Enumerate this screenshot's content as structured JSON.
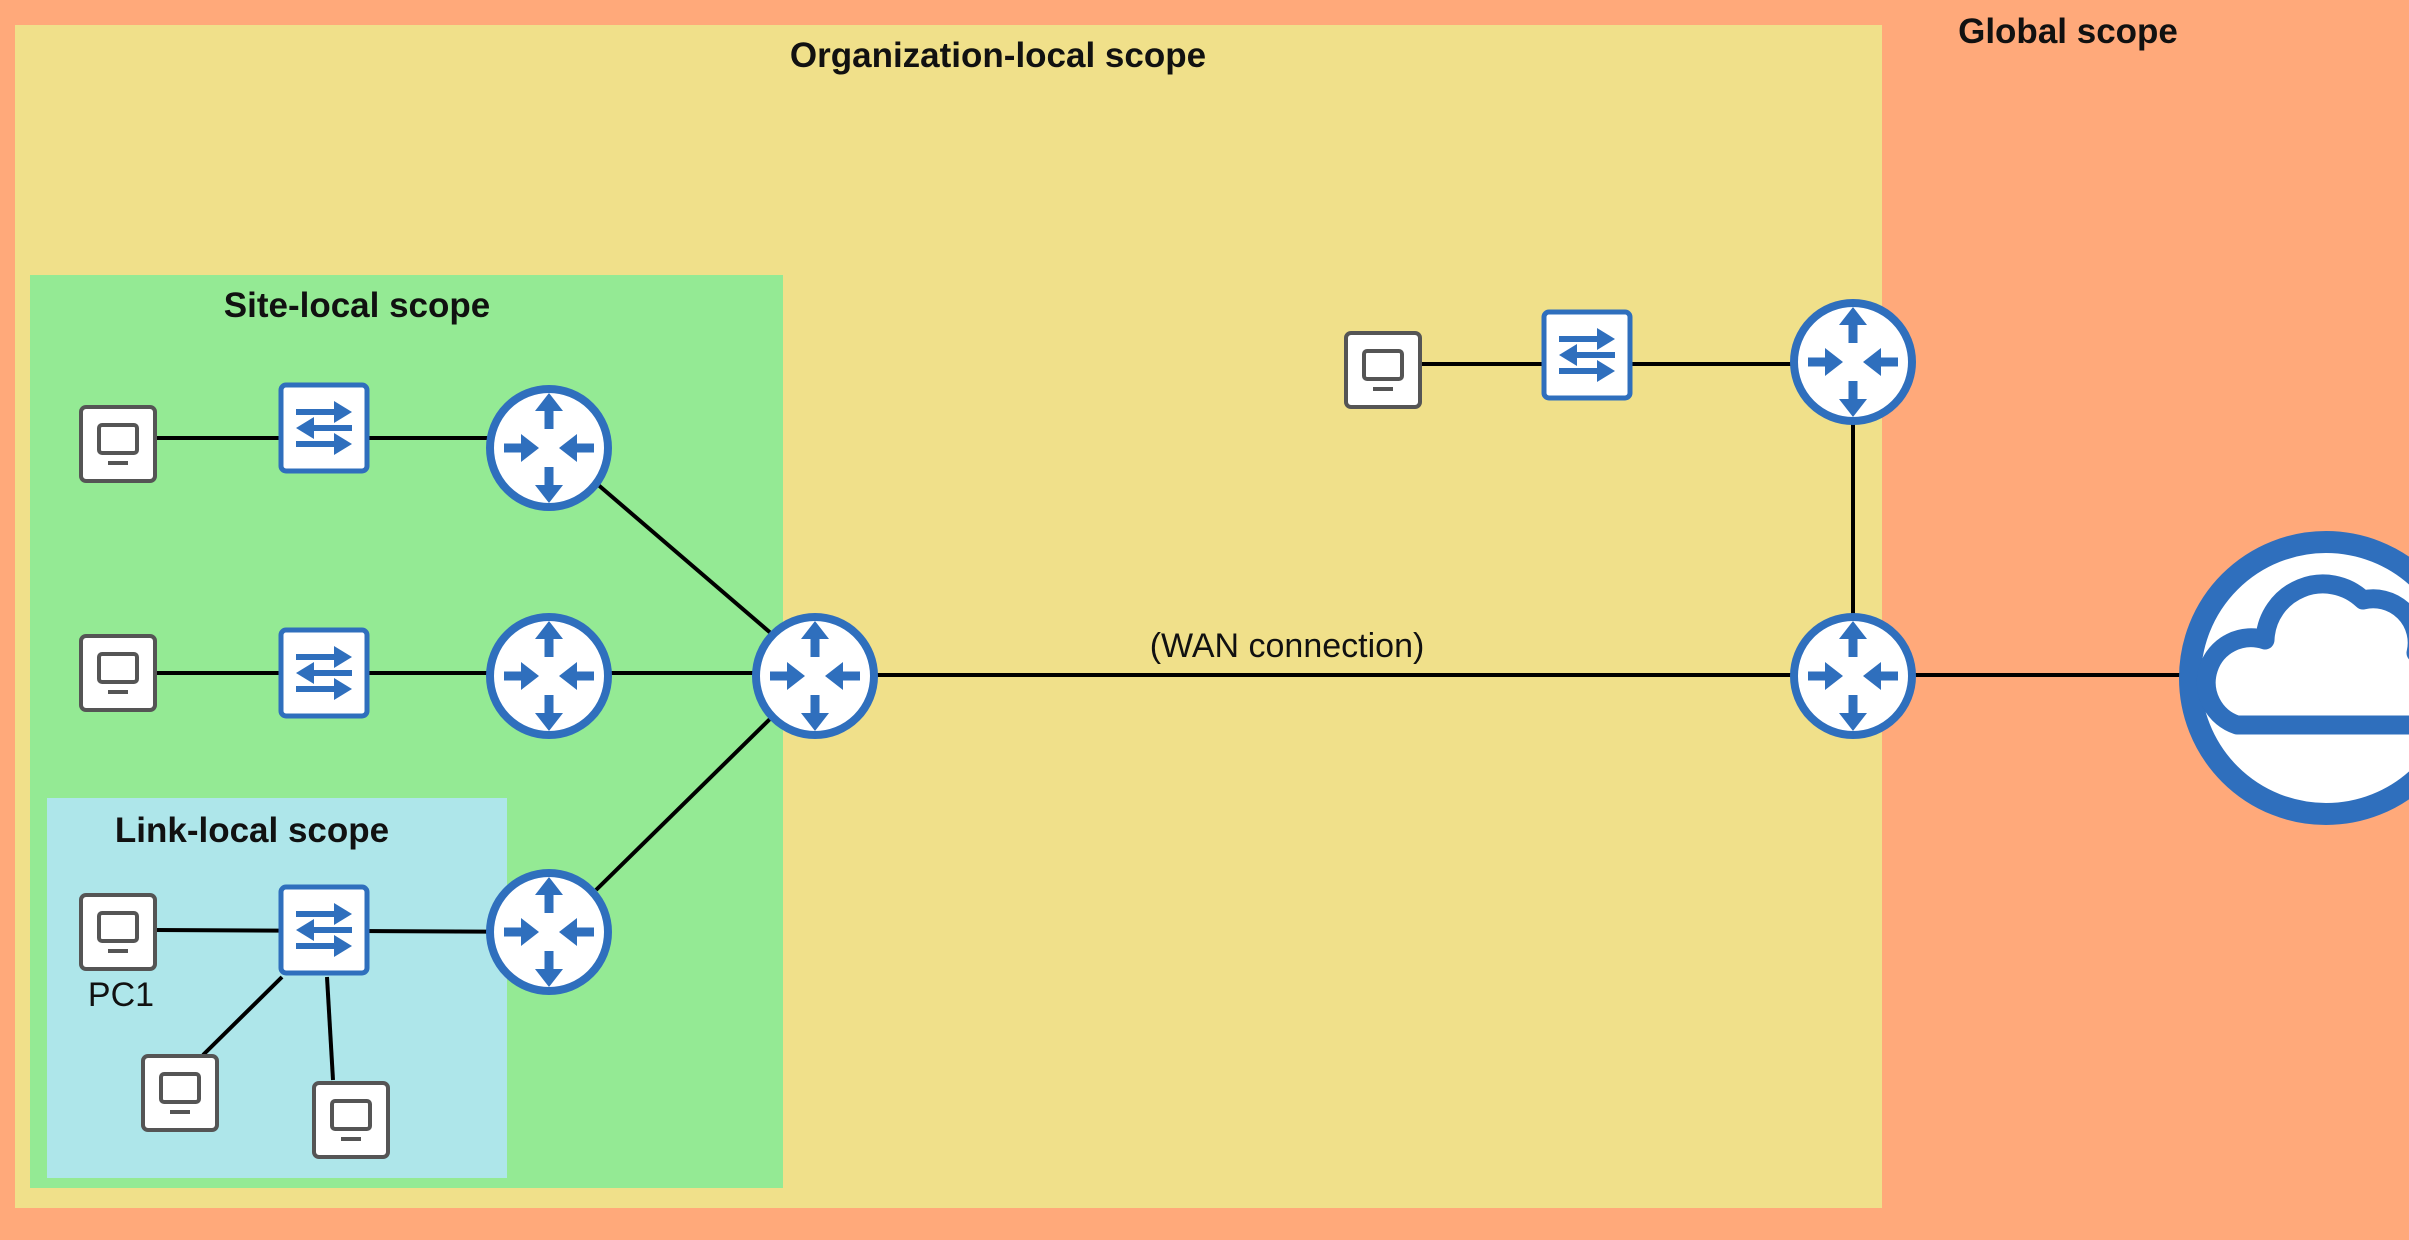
{
  "colors": {
    "global": "#ffa97a",
    "organization": "#f0e08a",
    "site": "#94ea94",
    "link_local": "#aee6ea",
    "device_blue": "#2f6fbd",
    "pc_border": "#555555"
  },
  "scopes": {
    "global": "Global scope",
    "organization": "Organization-local scope",
    "site": "Site-local scope",
    "link_local": "Link-local scope"
  },
  "labels": {
    "wan": "(WAN connection)",
    "pc1": "PC1"
  },
  "icons": {
    "router": "router-icon",
    "switch": "switch-icon",
    "pc": "pc-icon",
    "internet": "cloud-icon"
  }
}
